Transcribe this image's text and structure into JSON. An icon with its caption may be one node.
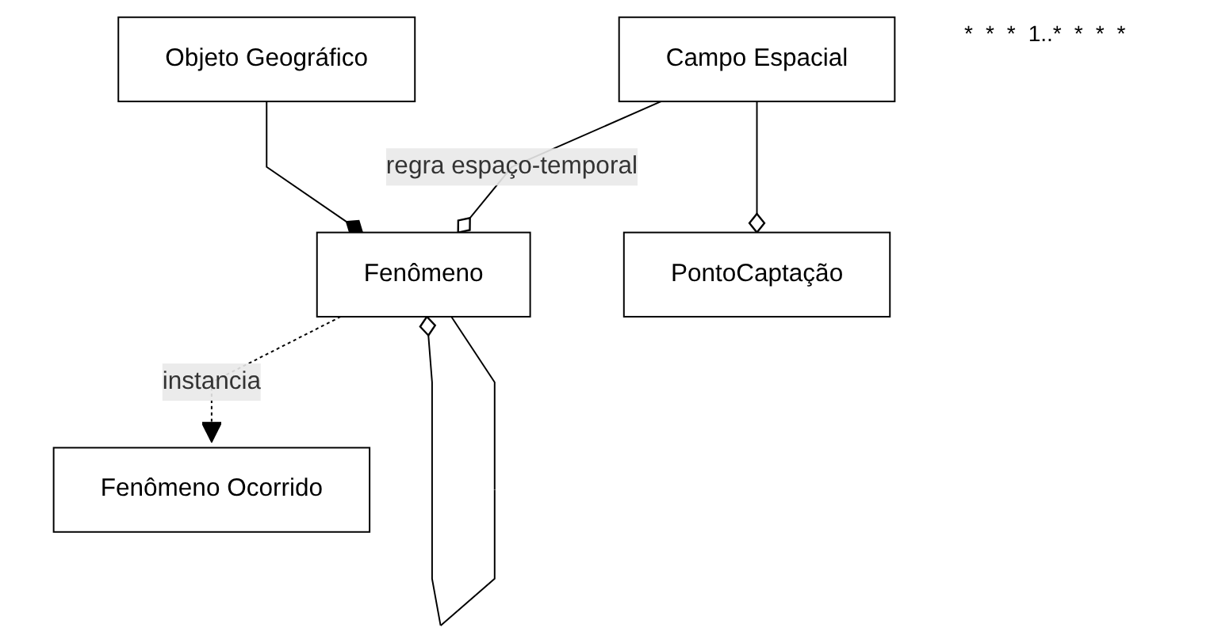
{
  "diagram": {
    "nodes": [
      {
        "text": [
          "Fenômeno"
        ]
      },
      {
        "text": [
          "Fenômeno Ocorrido"
        ]
      },
      {
        "text": [
          "Campo Espacial"
        ]
      },
      {
        "text": [
          "Objeto Geográfico"
        ]
      },
      {
        "text": [
          "PontoCaptação"
        ]
      }
    ],
    "edges": [
      {
        "from": 0,
        "to": 0,
        "arrow": "other"
      },
      {
        "from": 0,
        "to": 1,
        "arrow": "to",
        "style": "dashed",
        "label": "instancia"
      },
      {
        "from": 2,
        "to": 0,
        "arrow": "other",
        "label": "regra espaço-temporal"
      },
      {
        "from": 3,
        "to": 0,
        "arrow": "other"
      },
      {
        "from": 2,
        "to": 4,
        "arrow": "other"
      }
    ],
    "labels": [
      "*",
      "*",
      "*",
      "1..*",
      "*",
      "*",
      "*"
    ]
  }
}
